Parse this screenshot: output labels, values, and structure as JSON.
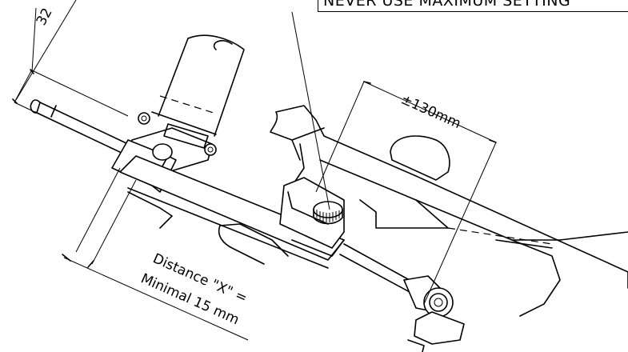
{
  "dimensions": {
    "diameter_label": "32",
    "stroke_label": "±130mm",
    "distance_x_line1": "Distance \"X\" =",
    "distance_x_line2": "Minimal 15 mm"
  },
  "callout": {
    "warning_text": "NEVER USE MAXIMUM SETTING"
  }
}
